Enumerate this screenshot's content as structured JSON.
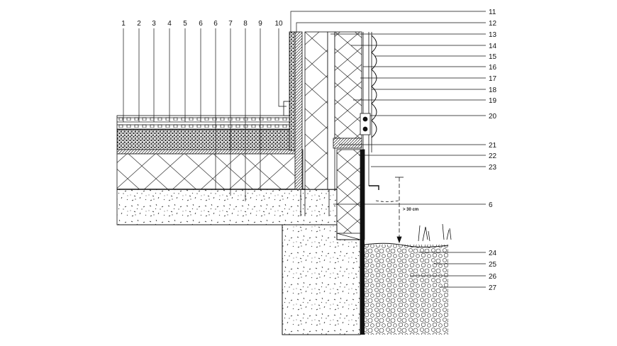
{
  "diagram": {
    "top_callouts": [
      "1",
      "2",
      "3",
      "4",
      "5",
      "6",
      "6",
      "7",
      "8",
      "9",
      "10"
    ],
    "right_callouts": [
      "11",
      "12",
      "13",
      "14",
      "15",
      "16",
      "17",
      "18",
      "19",
      "20",
      "21",
      "22",
      "23",
      "6",
      "24",
      "25",
      "26",
      "27"
    ],
    "annotation": "> 30 cm",
    "colors": {
      "line": "#111111",
      "background": "#ffffff"
    }
  }
}
